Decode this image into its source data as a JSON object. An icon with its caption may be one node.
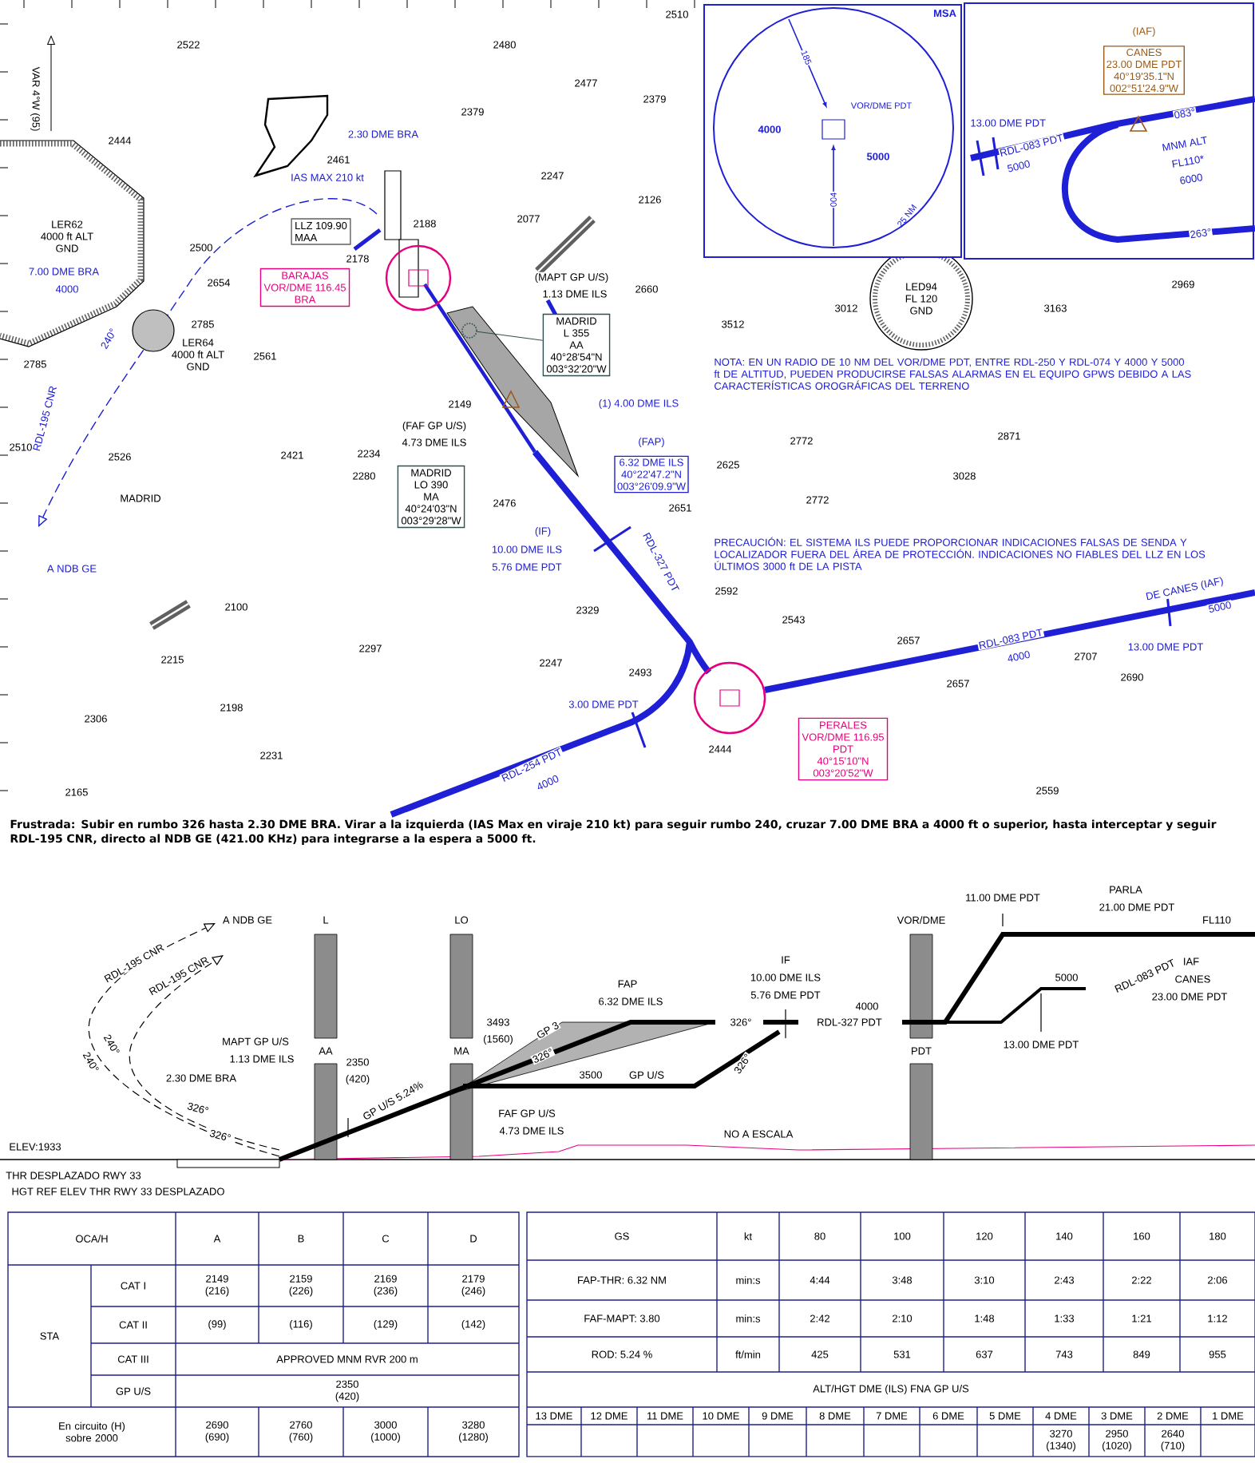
{
  "diagram": {
    "nodes": [
      {
        "text": [
          "LER62",
          "4000 ft ALT",
          "GND"
        ]
      },
      {
        "text": [
          "LER64",
          "4000 ft ALT",
          "GND"
        ]
      },
      {
        "text": [
          "LED94",
          "FL 120",
          "GND"
        ]
      },
      {
        "text": [
          "LLZ 109.90",
          "MAA"
        ]
      },
      {
        "text": [
          "BARAJAS",
          "VOR/DME 116.45",
          "BRA"
        ]
      },
      {
        "text": [],
        "shape": "circle"
      },
      {
        "text": [
          "MADRID",
          "L 355",
          "AA",
          "40°28'54\"N",
          "003°32'20\"W"
        ]
      },
      {
        "text": [
          "MADRID",
          "LO 390",
          "MA",
          "40°24'03\"N",
          "003°29'28\"W"
        ]
      },
      {
        "text": [
          "6.32 DME ILS",
          "40°22'47.2\"N",
          "003°26'09.9\"W"
        ],
        "beside": [
          "(FAP)"
        ]
      },
      {
        "text": [
          "PERALES",
          "VOR/DME 116.95",
          "PDT",
          "40°15'10\"N",
          "003°20'52\"W"
        ]
      },
      {
        "text": [],
        "shape": "circle"
      },
      {
        "text": [
          "MSA"
        ]
      },
      {
        "text": [
          "4000",
          "5000",
          "VOR/DME PDT",
          "185",
          "004",
          "25 NM"
        ],
        "in": 11
      },
      {
        "text": [
          "13.00 DME PDT",
          "RDL-083 PDT",
          "5000",
          "083°",
          "263°",
          "MNM ALT",
          "FL110*",
          "6000"
        ]
      },
      {
        "text": [
          "CANES",
          "23.00 DME PDT",
          "40°19'35.1\"N",
          "002°51'24.9\"W"
        ],
        "beside": [
          "(IAF)"
        ],
        "in": 13
      },
      {
        "text": [],
        "shape": "circle"
      }
    ],
    "edges": [
      {
        "from": 6,
        "to": 15,
        "arrow": "none"
      }
    ],
    "labels": [
      "VAR 4°W (95)",
      "2522",
      "2480",
      "2510",
      "2477",
      "2379",
      "2379",
      "2444",
      "2461",
      "2247",
      "2126",
      "2077",
      "2188",
      "2500",
      "2178",
      "2654",
      "2660",
      "2785",
      "2561",
      "2785",
      "2149",
      "3512",
      "3012",
      "3163",
      "2969",
      "2510",
      "2421",
      "2234",
      "2526",
      "2280",
      "2476",
      "2772",
      "2871",
      "2625",
      "3028",
      "2651",
      "2772",
      "2100",
      "2329",
      "2592",
      "2543",
      "2215",
      "2297",
      "2247",
      "2493",
      "2657",
      "2657",
      "2707",
      "2690",
      "2306",
      "2198",
      "2231",
      "2444",
      "2165",
      "2559",
      "2.30 DME BRA",
      "IAS MAX 210 kt",
      "7.00 DME BRA",
      "4000",
      "240°",
      "RDL-195 CNR",
      "A NDB GE",
      "MADRID",
      "(1) 4.00 DME ILS",
      "(MAPT GP U/S)",
      "1.13 DME ILS",
      "(FAF GP U/S)",
      "4.73 DME ILS",
      "(IF)",
      "10.00 DME ILS",
      "5.76 DME PDT",
      "RDL-327 PDT",
      "3.00 DME PDT",
      "RDL-254 PDT",
      "4000",
      "RDL-083 PDT",
      "4000",
      "DE CANES (IAF)",
      "5000",
      "13.00 DME PDT",
      "NOTA: EN UN RADIO DE 10 NM DEL VOR/DME PDT, ENTRE RDL-250 Y RDL-074 Y 4000 Y 5000 ft DE ALTITUD, PUEDEN PRODUCIRSE FALSAS ALARMAS EN EL EQUIPO GPWS DEBIDO A LAS CARACTERÍSTICAS OROGRÁFICAS DEL TERRENO",
      "PRECAUCIÓN: EL SISTEMA ILS PUEDE PROPORCIONAR INDICACIONES FALSAS DE SENDA Y LOCALIZADOR FUERA DEL ÁREA DE PROTECCIÓN. INDICACIONES NO FIABLES DEL LLZ EN LOS ÚLTIMOS 3000 ft DE LA PISTA",
      "Frustrada: Subir en rumbo 326 hasta 2.30 DME BRA. Virar a la izquierda (IAS Max en viraje 210 kt) para seguir rumbo 240, cruzar 7.00 DME BRA a 4000 ft o superior, hasta interceptar y seguir RDL-195 CNR, directo al NDB GE (421.00 KHz) para integrarse a la espera a 5000 ft.",
      "A NDB GE",
      "RDL-195 CNR",
      "RDL-195 CNR",
      "240°",
      "240°",
      "2.30 DME BRA",
      "326°",
      "326°",
      "L",
      "LO",
      "AA",
      "MA",
      "MAPT GP U/S",
      "1.13 DME ILS",
      "2350",
      "(420)",
      "GP U/S 5.24%",
      "3493",
      "(1560)",
      "GP 3",
      "FAP",
      "6.32 DME ILS",
      "326°",
      "3500",
      "GP U/S",
      "FAF GP U/S",
      "4.73 DME ILS",
      "326°",
      "326°",
      "IF",
      "10.00 DME ILS",
      "5.76 DME PDT",
      "4000",
      "RDL-327 PDT",
      "VOR/DME",
      "PDT",
      "11.00 DME PDT",
      "PARLA",
      "21.00 DME PDT",
      "FL110",
      "5000",
      "RDL-083 PDT",
      "IAF",
      "CANES",
      "23.00 DME PDT",
      "13.00 DME PDT",
      "NO A ESCALA",
      "ELEV:1933",
      "THR DESPLAZADO RWY 33",
      "HGT REF ELEV THR RWY 33 DESPLAZADO",
      "OCA/H",
      "A",
      "B",
      "C",
      "D",
      "STA",
      "CAT I",
      "2149 (216)",
      "2159 (226)",
      "2169 (236)",
      "2179 (246)",
      "CAT II",
      "(99)",
      "(116)",
      "(129)",
      "(142)",
      "CAT III",
      "APPROVED MNM RVR 200 m",
      "GP U/S",
      "2350 (420)",
      "En circuito (H) sobre 2000",
      "2690 (690)",
      "2760 (760)",
      "3000 (1000)",
      "3280 (1280)",
      "GS",
      "kt",
      "80",
      "100",
      "120",
      "140",
      "160",
      "180",
      "FAP-THR: 6.32 NM",
      "min:s",
      "4:44",
      "3:48",
      "3:10",
      "2:43",
      "2:22",
      "2:06",
      "FAF-MAPT: 3.80",
      "min:s",
      "2:42",
      "2:10",
      "1:48",
      "1:33",
      "1:21",
      "1:12",
      "ROD: 5.24 %",
      "ft/min",
      "425",
      "531",
      "637",
      "743",
      "849",
      "955",
      "ALT/HGT DME (ILS) FNA GP U/S",
      "13 DME",
      "12 DME",
      "11 DME",
      "10 DME",
      "9 DME",
      "8 DME",
      "7 DME",
      "6 DME",
      "5 DME",
      "4 DME",
      "3 DME",
      "2 DME",
      "1 DME",
      "3270 (1340)",
      "2950 (1020)",
      "2640 (710)"
    ]
  }
}
